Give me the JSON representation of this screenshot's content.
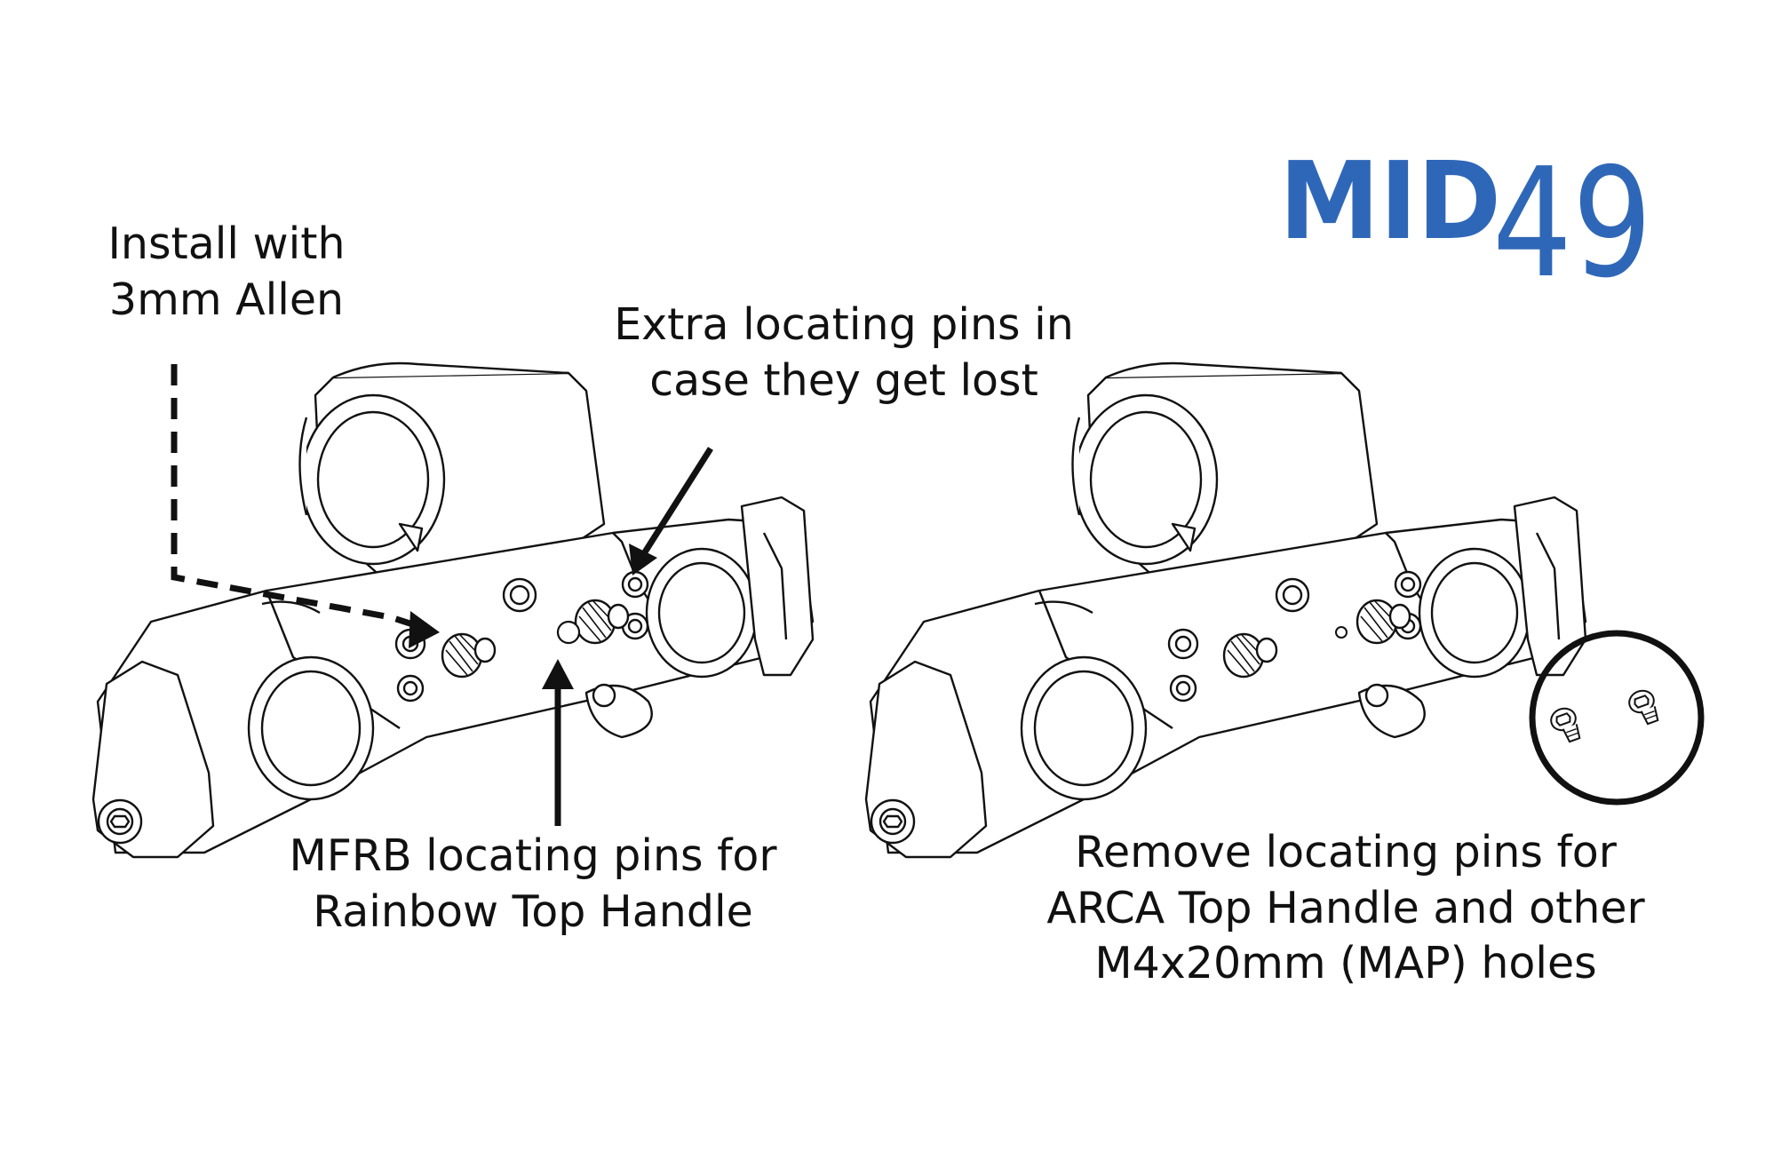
{
  "logo": {
    "text_main": "MID",
    "text_num": "49",
    "color": "#2f67b8"
  },
  "callouts": {
    "install": [
      "Install with",
      "3mm Allen"
    ],
    "extra": [
      "Extra locating pins in",
      "case they get lost"
    ],
    "mfrb": [
      "MFRB locating pins for",
      "Rainbow Top Handle"
    ],
    "remove": [
      "Remove locating pins for",
      "ARCA Top Handle and other",
      "M4x20mm (MAP) holes"
    ]
  },
  "colors": {
    "line": "#111111",
    "fill": "#ffffff"
  }
}
